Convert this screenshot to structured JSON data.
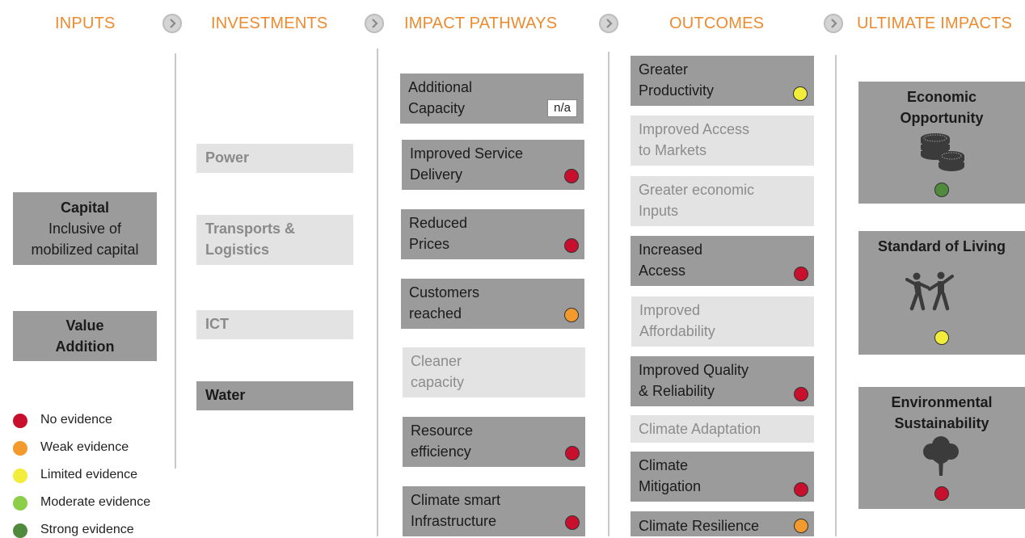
{
  "colors": {
    "header": "#ed8b2f",
    "no_evidence": "#c8102e",
    "weak_evidence": "#f39a2c",
    "limited_evidence": "#f2ec3a",
    "moderate_evidence": "#8cce4a",
    "strong_evidence": "#4f8a3d",
    "dark_box": "#9b9b9b",
    "light_box": "#e3e3e3"
  },
  "headers": {
    "inputs": "INPUTS",
    "investments": "INVESTMENTS",
    "impact_pathways": "IMPACT PATHWAYS",
    "outcomes": "OUTCOMES",
    "ultimate_impacts": "ULTIMATE IMPACTS"
  },
  "inputs": {
    "capital_title": "Capital",
    "capital_line2": "Inclusive of",
    "capital_line3": "mobilized capital",
    "value_line1": "Value",
    "value_line2": "Addition"
  },
  "investments": {
    "power": "Power",
    "transports_line1": "Transports &",
    "transports_line2": "Logistics",
    "ict": "ICT",
    "water": "Water"
  },
  "pathways": {
    "p1_l1": "Additional",
    "p1_l2": "Capacity",
    "p1_tag": "n/a",
    "p2_l1": "Improved Service",
    "p2_l2": "Delivery",
    "p2_evidence": "no_evidence",
    "p3_l1": "Reduced",
    "p3_l2": "Prices",
    "p3_evidence": "no_evidence",
    "p4_l1": "Customers",
    "p4_l2": "reached",
    "p4_evidence": "weak_evidence",
    "p5_l1": "Cleaner",
    "p5_l2": "capacity",
    "p6_l1": "Resource",
    "p6_l2": "efficiency",
    "p6_evidence": "no_evidence",
    "p7_l1": "Climate smart",
    "p7_l2": "Infrastructure",
    "p7_evidence": "no_evidence"
  },
  "outcomes": {
    "o1_l1": "Greater",
    "o1_l2": "Productivity",
    "o1_evidence": "limited_evidence",
    "o2_l1": "Improved Access",
    "o2_l2": "to Markets",
    "o3_l1": "Greater economic",
    "o3_l2": "Inputs",
    "o4_l1": "Increased",
    "o4_l2": "Access",
    "o4_evidence": "no_evidence",
    "o5_l1": "Improved",
    "o5_l2": "Affordability",
    "o6_l1": "Improved Quality",
    "o6_l2": "& Reliability",
    "o6_evidence": "no_evidence",
    "o7_l1": "Climate Adaptation",
    "o8_l1": "Climate",
    "o8_l2": "Mitigation",
    "o8_evidence": "no_evidence",
    "o9_l1": "Climate Resilience",
    "o9_evidence": "weak_evidence"
  },
  "impacts": {
    "i1_l1": "Economic",
    "i1_l2": "Opportunity",
    "i1_icon": "coins-icon",
    "i1_evidence": "strong_evidence",
    "i2_l1": "Standard of Living",
    "i2_icon": "dancing-people-icon",
    "i2_evidence": "limited_evidence",
    "i3_l1": "Environmental",
    "i3_l2": "Sustainability",
    "i3_icon": "tree-icon",
    "i3_evidence": "no_evidence"
  },
  "legend": {
    "no": "No evidence",
    "weak": "Weak evidence",
    "limited": "Limited evidence",
    "moderate": "Moderate evidence",
    "strong": "Strong evidence"
  }
}
